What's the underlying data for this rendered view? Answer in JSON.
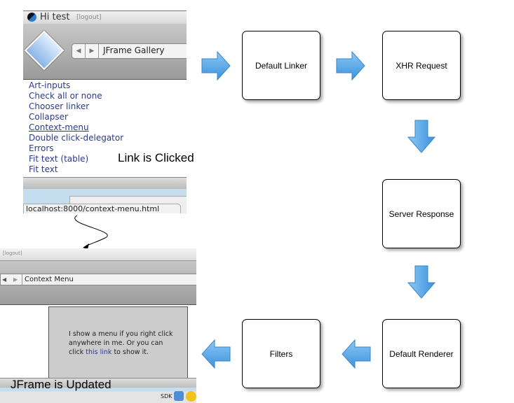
{
  "screenshot_before": {
    "greeting": "Hi test",
    "logout": "[logout]",
    "window_title": "JFrame Gallery",
    "links": [
      "Art-inputs",
      "Check all or none",
      "Chooser linker",
      "Collapser",
      "Context-menu",
      "Double click-delegator",
      "Errors",
      "Fit text",
      "Fit text"
    ],
    "link_suffix": "(table)",
    "status_url": "localhost:8000/context-menu.html"
  },
  "screenshot_after": {
    "logout": "[logout]",
    "window_title": "Context Menu",
    "body_text_1": "I show a menu if you right click anywhere in me. Or you can click",
    "body_link": "this link",
    "body_text_2": "to show it.",
    "dock_label": "SDK"
  },
  "captions": {
    "clicked": "Link is Clicked",
    "updated": "JFrame is Updated"
  },
  "steps": [
    "Default Linker",
    "XHR Request",
    "Server Response",
    "Default Renderer",
    "Filters"
  ],
  "colors": {
    "arrow": "#4aa3e8",
    "link": "#2c3a8c"
  }
}
